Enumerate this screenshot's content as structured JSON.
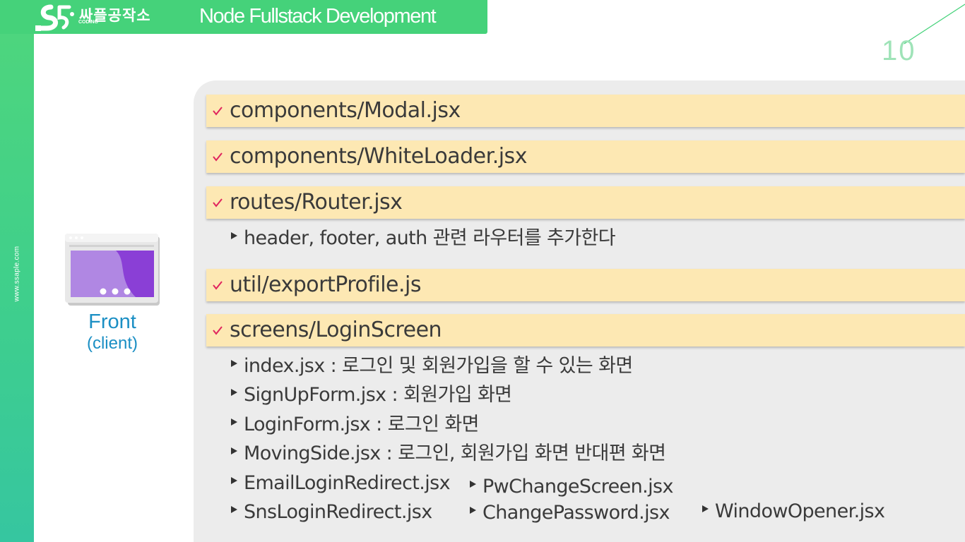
{
  "branding": {
    "name_ko": "싸플공작소",
    "sub_en": "CODING",
    "course_title": "Node Fullstack Development",
    "site_url": "www.ssaple.com"
  },
  "page_number": "10",
  "side_labels": {
    "front": "Front",
    "client": "(client)"
  },
  "sections": [
    {
      "title": "components/Modal.jsx"
    },
    {
      "title": "components/WhiteLoader.jsx"
    },
    {
      "title": "routes/Router.jsx"
    },
    {
      "title": "util/exportProfile.js"
    },
    {
      "title": "screens/LoginScreen"
    }
  ],
  "router_note": "header, footer, auth 관련 라우터를 추가한다",
  "login_items": [
    "index.jsx : 로그인 및 회원가입을 할 수 있는 화면",
    "SignUpForm.jsx : 회원가입 화면",
    "LoginForm.jsx : 로그인 화면",
    "MovingSide.jsx : 로그인, 회원가입 화면 반대편 화면",
    "EmailLoginRedirect.jsx",
    "SnsLoginRedirect.jsx",
    "PwChangeScreen.jsx",
    "ChangePassword.jsx",
    "WindowOpener.jsx"
  ],
  "colors": {
    "accent_green": "#45d27a",
    "bar_fill": "#fde8b3",
    "check_red": "#e0245e",
    "front_blue": "#1b8fc4",
    "panel_gray": "#ececec"
  },
  "icons": [
    "logo-icon",
    "browser-window-icon",
    "check-icon",
    "bullet-triangle-icon"
  ]
}
